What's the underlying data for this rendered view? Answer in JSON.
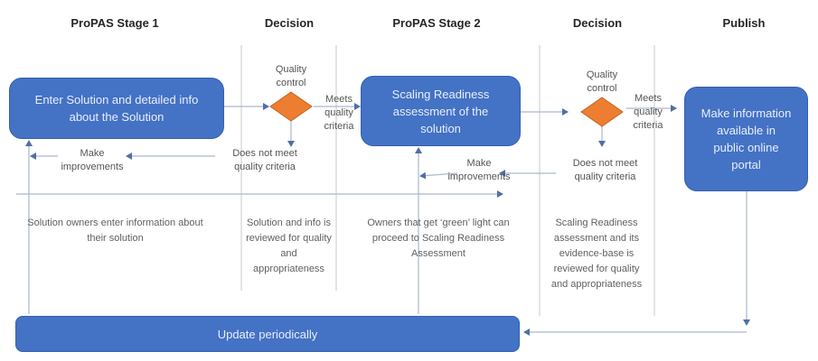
{
  "colors": {
    "process_fill": "#4472C4",
    "decision_fill": "#ED7D31",
    "connector": "#8496B0",
    "divider": "#C8C8C8"
  },
  "headers": [
    {
      "label": "ProPAS Stage 1"
    },
    {
      "label": "Decision"
    },
    {
      "label": "ProPAS Stage 2"
    },
    {
      "label": "Decision"
    },
    {
      "label": "Publish"
    }
  ],
  "process_boxes": {
    "stage1": "Enter Solution and detailed info about the Solution",
    "stage2": "Scaling Readiness assessment of the solution",
    "publish": "Make information available in public online portal",
    "update": "Update periodically"
  },
  "decisions": [
    {
      "label": "Quality control",
      "pass_label": "Meets quality criteria",
      "fail_label": "Does not meet quality criteria",
      "feedback_label": "Make improvements"
    },
    {
      "label": "Quality control",
      "pass_label": "Meets quality criteria",
      "fail_label": "Does not meet quality criteria",
      "feedback_label": "Make improvements"
    }
  ],
  "descriptions": {
    "stage1": "Solution owners enter information about their solution",
    "decision1": "Solution and info is reviewed for quality and appropriateness",
    "stage2": "Owners that get ‘green’ light can proceed to Scaling Readiness Assessment",
    "decision2": "Scaling Readiness assessment and its evidence-base is reviewed for quality and appropriateness"
  }
}
